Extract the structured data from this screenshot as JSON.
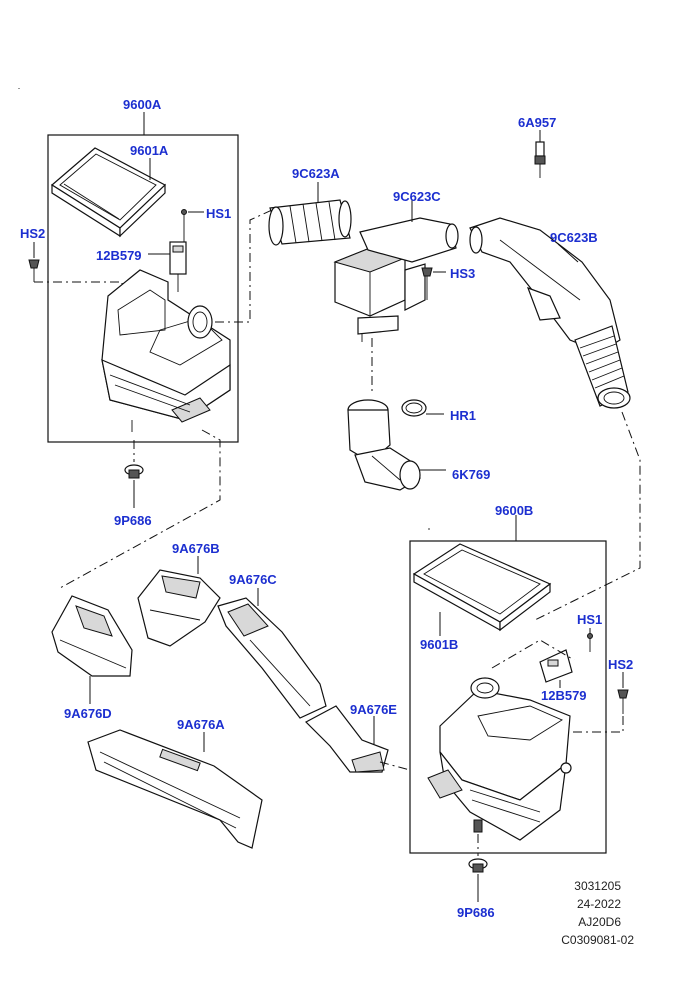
{
  "labels": {
    "p9600A": "9600A",
    "p9601A": "9601A",
    "pHS1a": "HS1",
    "pHS2a": "HS2",
    "p12B579a": "12B579",
    "p9P686a": "9P686",
    "p9C623A": "9C623A",
    "p9C623C": "9C623C",
    "pHS3": "HS3",
    "p6A957": "6A957",
    "p9C623B": "9C623B",
    "pHR1": "HR1",
    "p6K769": "6K769",
    "p9600B": "9600B",
    "p9601B": "9601B",
    "pHS1b": "HS1",
    "pHS2b": "HS2",
    "p12B579b": "12B579",
    "p9P686b": "9P686",
    "p9A676B": "9A676B",
    "p9A676C": "9A676C",
    "p9A676D": "9A676D",
    "p9A676E": "9A676E",
    "p9A676A": "9A676A"
  },
  "reference": {
    "line1": "3031205",
    "line2": "24-2022",
    "line3": "AJ20D6",
    "line4": "C0309081-02"
  },
  "colors": {
    "label": "#1c2fd0",
    "line": "#111111"
  }
}
